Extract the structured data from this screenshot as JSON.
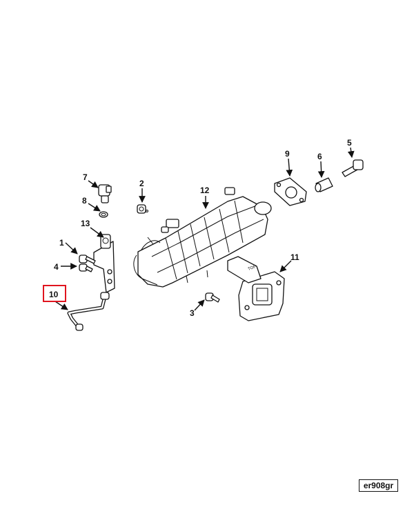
{
  "callouts": {
    "c1": "1",
    "c2": "2",
    "c3": "3",
    "c4": "4",
    "c5": "5",
    "c6": "6",
    "c7": "7",
    "c8": "8",
    "c9": "9",
    "c10": "10",
    "c11": "11",
    "c12": "12",
    "c13": "13"
  },
  "highlighted_callout": "10",
  "highlight_color": "#e0141e",
  "reference_code": "er908gr"
}
